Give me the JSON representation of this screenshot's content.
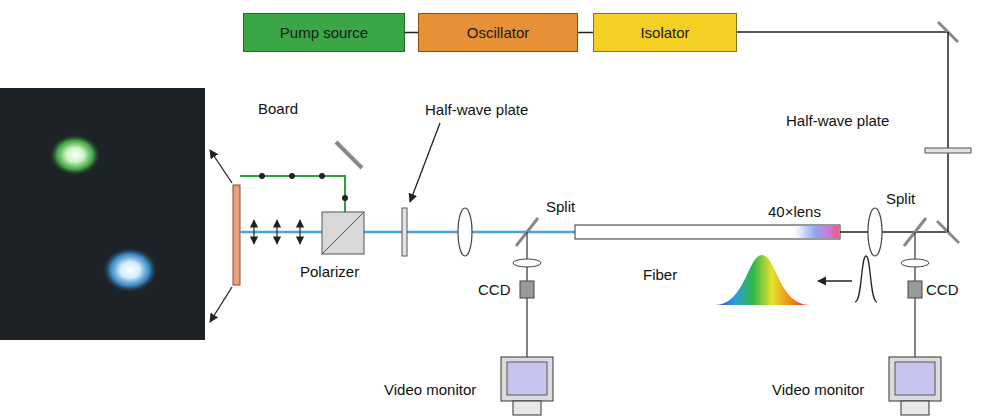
{
  "diagram": {
    "nodes": [
      {
        "text": [
          "Pump source"
        ]
      },
      {
        "text": [
          "Oscillator"
        ]
      },
      {
        "text": [
          "Isolator"
        ]
      }
    ],
    "edges": [
      {
        "from": 0,
        "to": 1,
        "arrow": "none"
      },
      {
        "from": 1,
        "to": 2,
        "arrow": "none"
      }
    ],
    "labels": [
      "Half-wave plate",
      "Board",
      "Half-wave plate",
      "Split",
      "40×lens",
      "Split",
      "Polarizer",
      "Fiber",
      "CCD",
      "CCD",
      "Video monitor",
      "Video monitor"
    ]
  }
}
